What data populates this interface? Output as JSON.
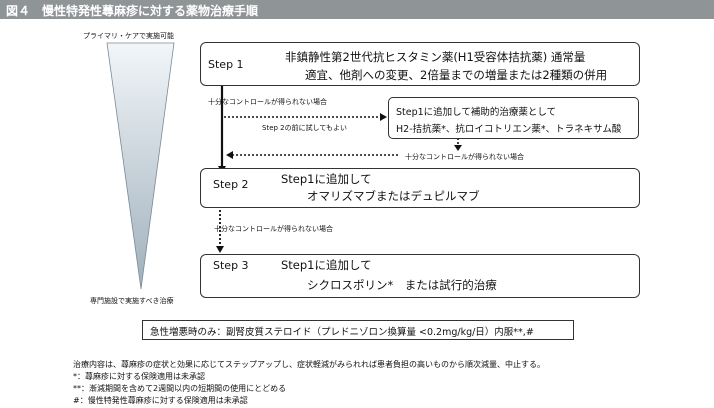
{
  "title": "図４　慢性特発性蕁麻疹に対する薬物治療手順",
  "triangle": {
    "top_label": "プライマリ・ケアで実施可能",
    "bottom_label": "専門施設で実施すべき治療"
  },
  "step1": {
    "label": "Step 1",
    "line1": "非鎮静性第2世代抗ヒスタミン薬(H1受容体拮抗薬) 通常量",
    "line2": "適宜、他剤への変更、2倍量までの増量または2種類の併用"
  },
  "side": {
    "line1": "Step1に追加して補助的治療薬として",
    "line2": "H2-拮抗薬*、抗ロイコトリエン薬*、トラネキサム酸"
  },
  "labels": {
    "insufficient1": "十分なコントロールが得られない場合",
    "try_step2": "Step 2の前に試してもよい",
    "insufficient2": "十分なコントロールが得られない場合",
    "insufficient3": "十分なコントロールが得られない場合"
  },
  "step2": {
    "label": "Step 2",
    "line1": "Step1に追加して",
    "line2": "オマリズマブまたはデュピルマブ"
  },
  "step3": {
    "label": "Step 3",
    "line1": "Step1に追加して",
    "line2": "シクロスポリン*　または試行的治療"
  },
  "note": "急性増悪時のみ：副腎皮質ステロイド（プレドニゾロン換算量 <0.2mg/kg/日）内服**,#",
  "footer": [
    "治療内容は、蕁麻疹の症状と効果に応じてステップアップし、症状軽減がみられれば患者負担の高いものから順次減量、中止する。",
    "*：蕁麻疹に対する保険適用は未承認",
    "**：漸減期間を含めて2週間以内の短期間の使用にとどめる",
    "#：慢性特発性蕁麻疹に対する保険適用は未承認"
  ]
}
